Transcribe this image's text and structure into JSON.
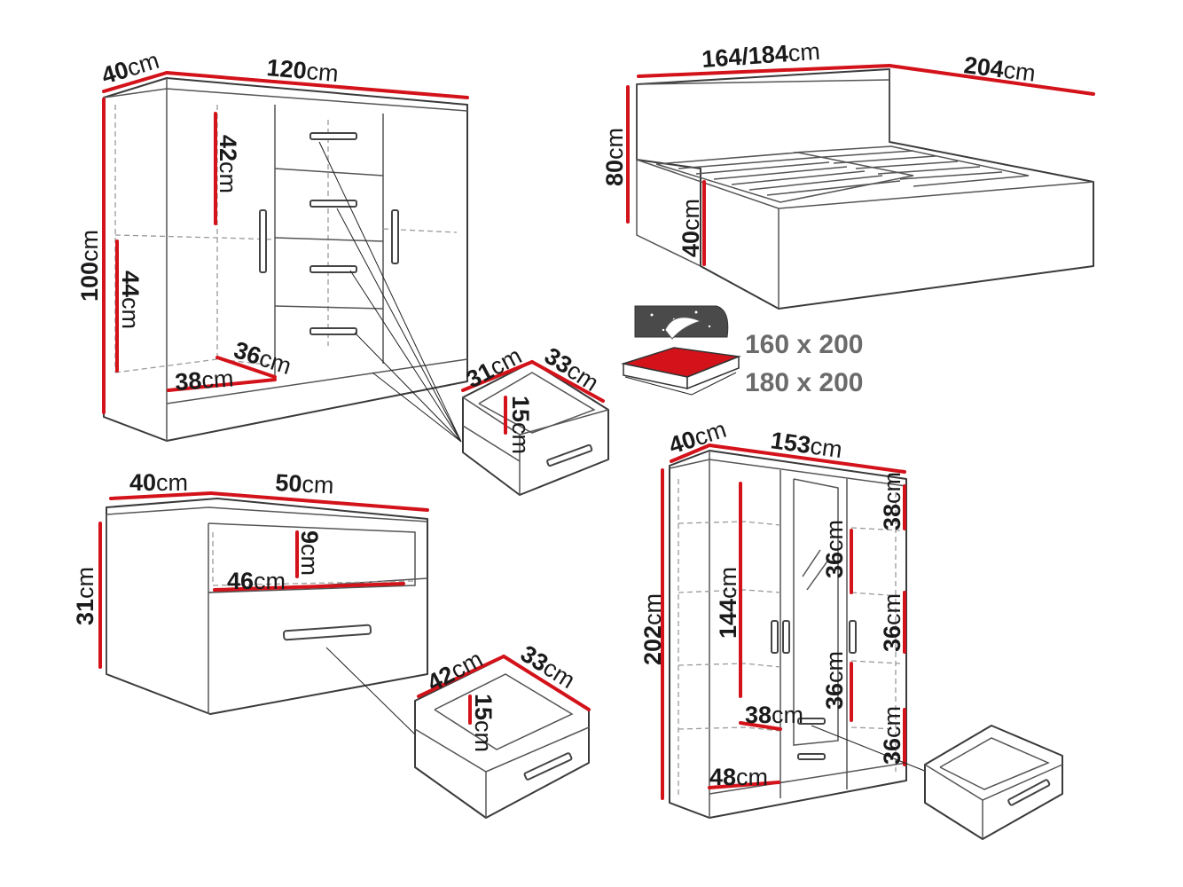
{
  "colors": {
    "dimension_line": "#d3121a",
    "outline": "#3a3a3a",
    "size_text": "#6b6b6b"
  },
  "unit": "cm",
  "dresser": {
    "depth": "40",
    "width": "120",
    "height": "100",
    "left_upper_shelf": "42",
    "left_lower_shelf": "44",
    "shelf_depth": "36",
    "shelf_width": "38",
    "drawer_width": "31",
    "drawer_depth": "33",
    "drawer_height": "15"
  },
  "bed": {
    "width": "164/184",
    "length": "204",
    "headboard_height": "80",
    "side_height": "40",
    "sizes": [
      "160 x 200",
      "180 x 200"
    ],
    "storage_icon": "bed-storage-icon"
  },
  "nightstand": {
    "depth": "40",
    "width": "50",
    "height": "31",
    "niche_height": "9",
    "niche_width": "46",
    "drawer_width": "42",
    "drawer_depth": "33",
    "drawer_height": "15"
  },
  "wardrobe": {
    "depth": "40",
    "width": "153",
    "height": "202",
    "left_hanging": "144",
    "left_shelf_depth": "38",
    "left_bottom_width": "48",
    "mid_top": "36",
    "mid_bottom": "36",
    "right_top": "38",
    "right_mid": "36",
    "right_bottom": "36"
  }
}
